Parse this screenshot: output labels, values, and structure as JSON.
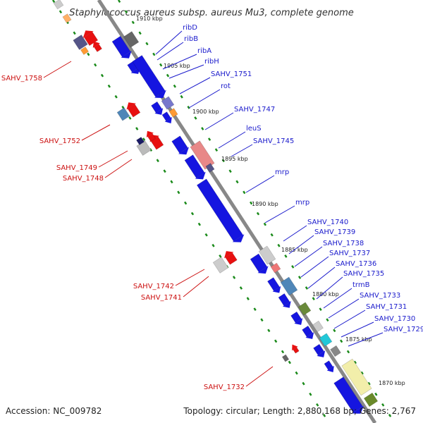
{
  "title": "Staphylococcus aureus subsp. aureus Mu3, complete genome",
  "footer": {
    "accession": "Accession: NC_009782",
    "topology": "Topology: circular; Length: 2,880,168 bp; Genes: 2,767"
  },
  "colors": {
    "backbone": "#888888",
    "forward_gene": "#e81010",
    "reverse_gene": "#1515e0",
    "label_forward": "#cc1111",
    "label_reverse": "#1a1acc",
    "tick": "#1a8a1a"
  },
  "scale_ticks": [
    "1910 kbp",
    "1905 kbp",
    "1900 kbp",
    "1895 kbp",
    "1890 kbp",
    "1885 kbp",
    "1880 kbp",
    "1875 kbp",
    "1870 kbp"
  ],
  "reverse_labels": [
    "ribD",
    "ribB",
    "ribA",
    "ribH",
    "SAHV_1751",
    "rot",
    "SAHV_1747",
    "leuS",
    "SAHV_1745",
    "mrp",
    "mrp",
    "SAHV_1740",
    "SAHV_1739",
    "SAHV_1738",
    "SAHV_1737",
    "SAHV_1736",
    "SAHV_1735",
    "trmB",
    "SAHV_1733",
    "SAHV_1731",
    "SAHV_1730",
    "SAHV_1729"
  ],
  "forward_labels": [
    "SAHV_1758",
    "SAHV_1752",
    "SAHV_1749",
    "SAHV_1748",
    "SAHV_1742",
    "SAHV_1741",
    "SAHV_1732"
  ]
}
